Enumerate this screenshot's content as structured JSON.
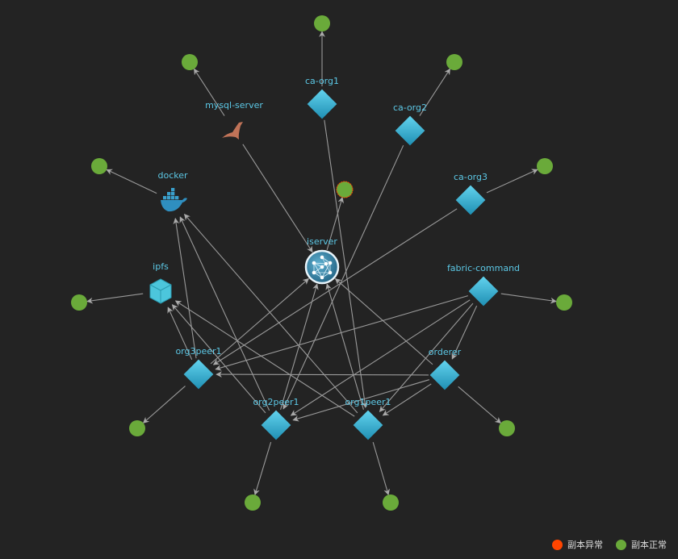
{
  "nodes": [
    {
      "id": "ca-org1",
      "label": "ca-org1",
      "type": "diamond"
    },
    {
      "id": "ca-org2",
      "label": "ca-org2",
      "type": "diamond"
    },
    {
      "id": "ca-org3",
      "label": "ca-org3",
      "type": "diamond"
    },
    {
      "id": "fabric-command",
      "label": "fabric-command",
      "type": "diamond"
    },
    {
      "id": "orderer",
      "label": "orderer",
      "type": "diamond"
    },
    {
      "id": "org1peer1",
      "label": "org1peer1",
      "type": "diamond"
    },
    {
      "id": "org2peer1",
      "label": "org2peer1",
      "type": "diamond"
    },
    {
      "id": "org3peer1",
      "label": "org3peer1",
      "type": "diamond"
    },
    {
      "id": "ipfs",
      "label": "ipfs",
      "type": "cube"
    },
    {
      "id": "docker",
      "label": "docker",
      "type": "docker"
    },
    {
      "id": "mysql-server",
      "label": "mysql-server",
      "type": "mysql"
    },
    {
      "id": "iserver",
      "label": "iserver",
      "type": "globe"
    }
  ],
  "replicas": [
    {
      "owner": "ca-org1",
      "status": "normal"
    },
    {
      "owner": "ca-org2",
      "status": "normal"
    },
    {
      "owner": "ca-org3",
      "status": "normal"
    },
    {
      "owner": "fabric-command",
      "status": "normal"
    },
    {
      "owner": "orderer",
      "status": "normal"
    },
    {
      "owner": "org1peer1",
      "status": "normal"
    },
    {
      "owner": "org2peer1",
      "status": "normal"
    },
    {
      "owner": "org3peer1",
      "status": "normal"
    },
    {
      "owner": "ipfs",
      "status": "normal"
    },
    {
      "owner": "docker",
      "status": "normal"
    },
    {
      "owner": "mysql-server",
      "status": "normal"
    },
    {
      "owner": "iserver",
      "status": "normal-with-alert-outline"
    }
  ],
  "edges": [
    [
      "mysql-server",
      "iserver"
    ],
    [
      "ca-org1",
      "org1peer1"
    ],
    [
      "ca-org2",
      "org2peer1"
    ],
    [
      "ca-org3",
      "org3peer1"
    ],
    [
      "fabric-command",
      "org3peer1"
    ],
    [
      "fabric-command",
      "org2peer1"
    ],
    [
      "fabric-command",
      "org1peer1"
    ],
    [
      "fabric-command",
      "orderer"
    ],
    [
      "orderer",
      "org3peer1"
    ],
    [
      "orderer",
      "org2peer1"
    ],
    [
      "orderer",
      "org1peer1"
    ],
    [
      "orderer",
      "iserver"
    ],
    [
      "org1peer1",
      "docker"
    ],
    [
      "org1peer1",
      "iserver"
    ],
    [
      "org1peer1",
      "ipfs"
    ],
    [
      "org2peer1",
      "docker"
    ],
    [
      "org2peer1",
      "iserver"
    ],
    [
      "org2peer1",
      "ipfs"
    ],
    [
      "org3peer1",
      "docker"
    ],
    [
      "org3peer1",
      "iserver"
    ],
    [
      "org3peer1",
      "ipfs"
    ]
  ],
  "legend": [
    {
      "label": "副本异常",
      "color": "#ff4500"
    },
    {
      "label": "副本正常",
      "color": "#6aaa3a"
    }
  ],
  "colors": {
    "background": "#232323",
    "label": "#5cc8e6",
    "edge": "#9a9a9a",
    "normal": "#6aaa3a",
    "abnormal": "#ff4500"
  }
}
